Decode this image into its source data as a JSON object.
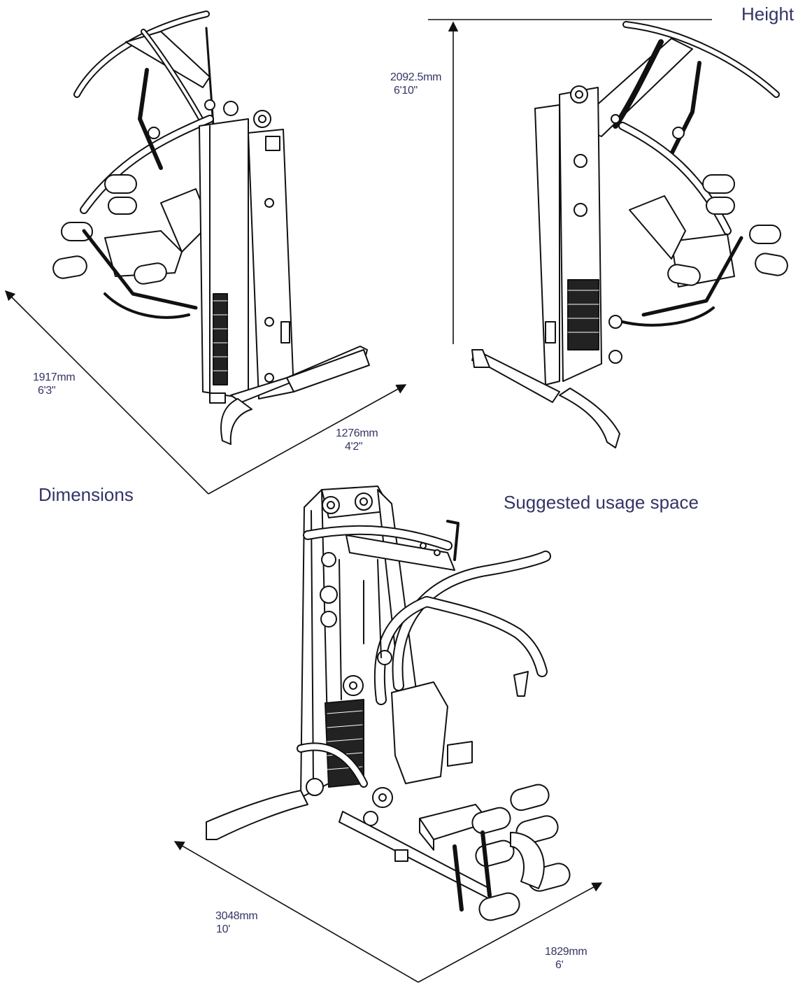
{
  "colors": {
    "label_text": "#343466",
    "line_art": "#111111",
    "panel_fill": "#ffffff"
  },
  "headings": {
    "height": "Height",
    "dimensions": "Dimensions",
    "usage_space": "Suggested  usage space"
  },
  "dimensions": {
    "height": {
      "metric": "2092.5mm",
      "imperial": "6'10\""
    },
    "depth": {
      "metric": "1917mm",
      "imperial": "6'3\""
    },
    "width": {
      "metric": "1276mm",
      "imperial": "4'2\""
    }
  },
  "usage_space": {
    "length": {
      "metric": "3048mm",
      "imperial": "10'"
    },
    "width": {
      "metric": "1829mm",
      "imperial": "6'"
    }
  },
  "illustrations": [
    {
      "name": "home-gym-side-view-left"
    },
    {
      "name": "home-gym-side-view-right"
    },
    {
      "name": "home-gym-front-view"
    }
  ]
}
